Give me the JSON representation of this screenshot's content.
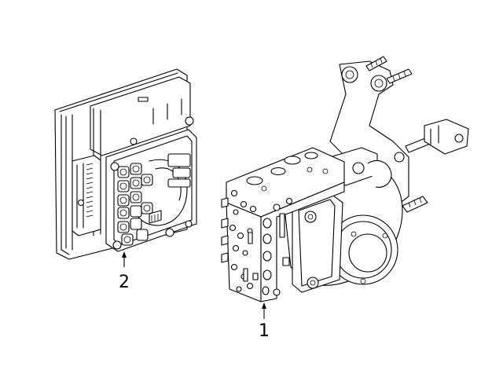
{
  "callouts": [
    {
      "id": "1",
      "text": "1"
    },
    {
      "id": "2",
      "text": "2"
    }
  ]
}
